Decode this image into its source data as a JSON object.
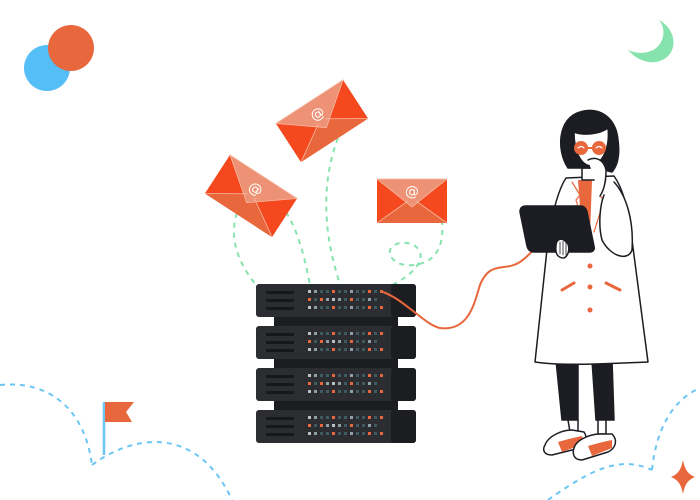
{
  "illustration": {
    "title": "Email server monitoring illustration",
    "description": "A woman in a white lab coat and orange glasses holds a tablet connected by an orange cable to a stack of four dark servers, while three orange email envelopes float above the servers on dashed green trails.",
    "envelope_symbol": "@",
    "colors": {
      "background": "#ffffff",
      "accent_orange": "#E8673C",
      "envelope_dark": "#F5481E",
      "envelope_mid": "#E8673C",
      "envelope_light": "#EE9275",
      "blue_circle": "#55BEF7",
      "orange_circle": "#E8673C",
      "moon_green": "#86E3AE",
      "dash_green": "#86E3AE",
      "dash_blue": "#6CC6F5",
      "server_body": "#2C2D31",
      "server_dark": "#1C1D21",
      "server_led_teal": "#3E5A63",
      "outline": "#1C1D22"
    },
    "elements": {
      "decor_circles": [
        "blue-circle",
        "orange-circle"
      ],
      "moon": "green-crescent-moon",
      "envelopes": [
        "envelope-left",
        "envelope-top",
        "envelope-right"
      ],
      "server_units": 4,
      "flag": "orange-flag",
      "sparkle": "orange-four-point-star",
      "person": "woman-with-tablet"
    }
  }
}
